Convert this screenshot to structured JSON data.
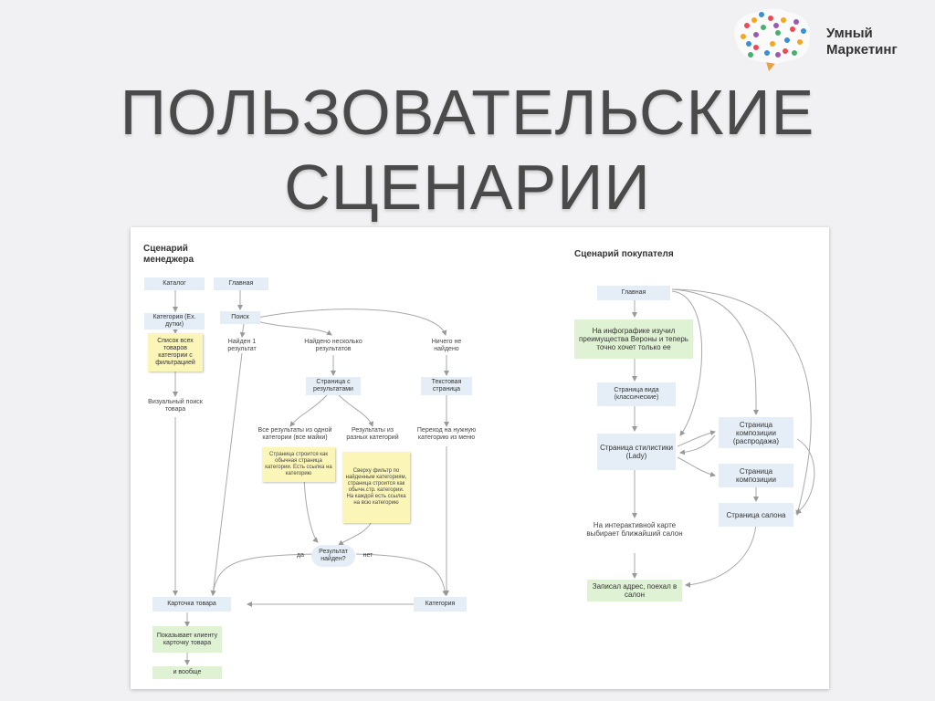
{
  "title": {
    "line1": "ПОЛЬЗОВАТЕЛЬСКИЕ",
    "line2": "СЦЕНАРИИ"
  },
  "logo": {
    "line1": "Умный",
    "line2": "Маркетинг",
    "icon": "brain-icon"
  },
  "manager": {
    "heading": "Сценарий менеджера",
    "catalog": "Каталог",
    "main": "Главная",
    "category_ex": "Категория (Ех. дутки)",
    "category_note": "Список всех товаров категории с фильтрацией",
    "search": "Поиск",
    "found_one": "Найден 1 результат",
    "found_many": "Найдено несколько результатов",
    "nothing_found": "Ничего не найдено",
    "visual_search": "Визуальный поиск товара",
    "results_page": "Страница с результатами",
    "text_page": "Текстовая страница",
    "all_one_category": "Все результаты из одной категории (все майки)",
    "results_diff_categories": "Результаты из разных категорий",
    "goto_category": "Переход на нужную категорию из меню",
    "note_left": "Страница строится как обычная страница категории. Есть ссылка на категорию",
    "note_right": "Сверху фильтр по найденным категориям, страница строится как обычн.стр. категории. На каждой есть ссылка на всю категорию",
    "result_found": "Результат найден?",
    "yes": "да",
    "no": "нет",
    "product_card": "Карточка товара",
    "category": "Категория",
    "show_client": "Показывает клиенту карточку товара",
    "and_so_on": "и вообще"
  },
  "buyer": {
    "heading": "Сценарий покупателя",
    "main": "Главная",
    "infographic": "На инфографике изучил преимущества Вероны и теперь точно хочет только ее",
    "view_page": "Страница вида (классические)",
    "style_page": "Страница стилистики (Lady)",
    "composition_sale": "Страница композиции (распродажа)",
    "composition": "Страница композиции",
    "salon_page": "Страница салона",
    "map_choice": "На интерактивной карте выбирает ближайший салон",
    "wrote_address": "Записал адрес, поехал в салон"
  }
}
